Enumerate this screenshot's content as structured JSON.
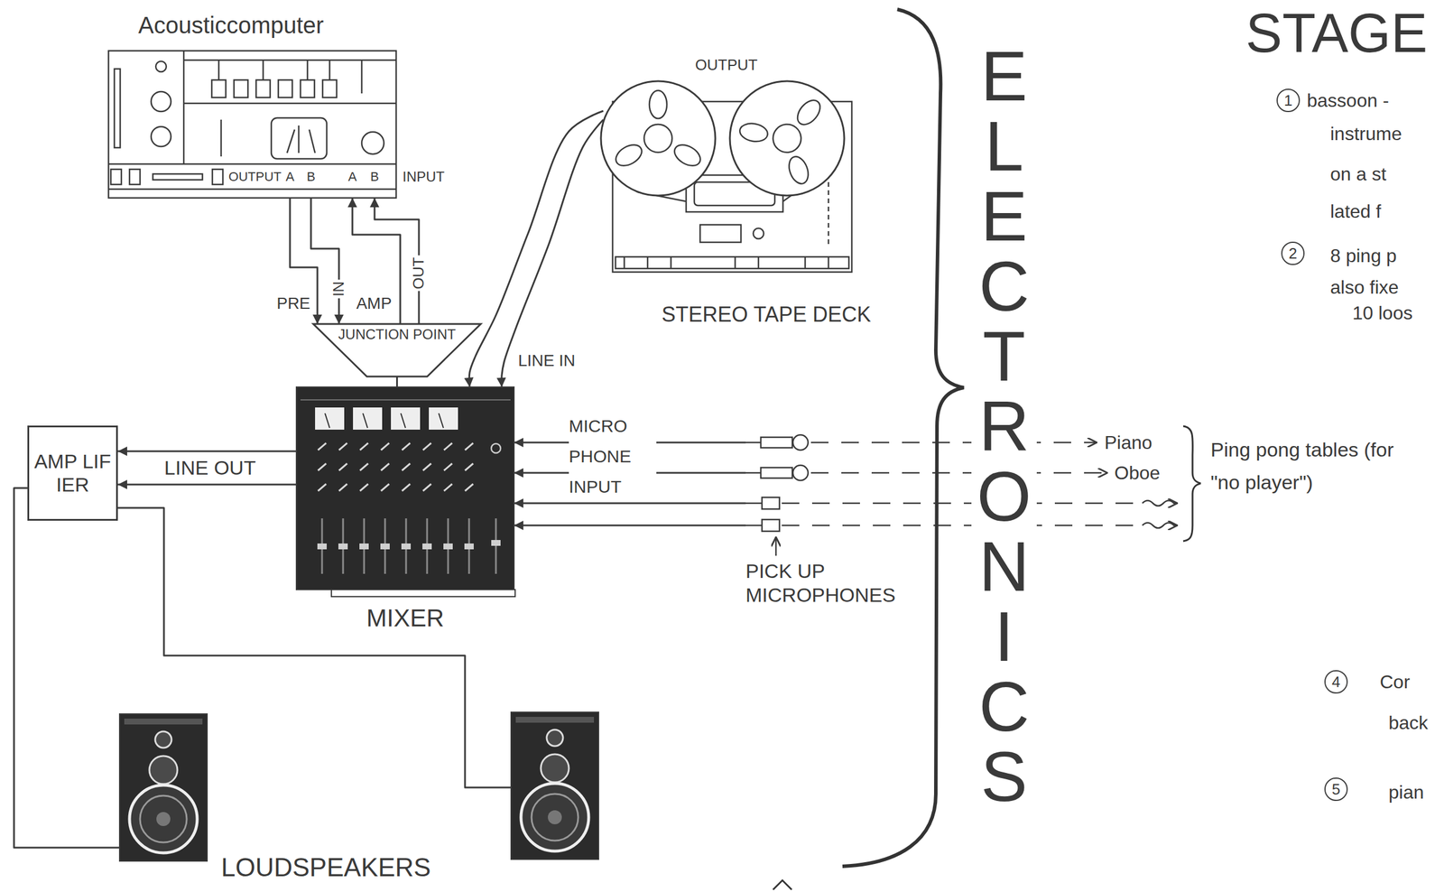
{
  "diagram": {
    "nodes": [
      {
        "text": [
          "Acousticcomputer"
        ]
      },
      {
        "text": [
          "STEREO TAPE DECK"
        ]
      },
      {
        "text": [
          "JUNCTION POINT"
        ]
      },
      {
        "text": [
          "MIXER"
        ]
      },
      {
        "text": [
          "AMP LIF IER"
        ]
      },
      {
        "text": [
          "LOUDSPEAKERS"
        ]
      },
      {
        "text": [
          "PICK UP MICROPHONES"
        ]
      }
    ],
    "edges": [
      {
        "from": 0,
        "to": 2,
        "arrow": "to"
      },
      {
        "from": 0,
        "to": 2,
        "label": "IN",
        "arrow": "to"
      },
      {
        "from": 2,
        "to": 0,
        "arrow": "to"
      },
      {
        "from": 2,
        "to": 0,
        "label": "OUT",
        "arrow": "to"
      },
      {
        "from": 2,
        "to": 3,
        "arrow": "none"
      },
      {
        "from": 1,
        "to": 3,
        "arrow": "to"
      },
      {
        "from": 1,
        "to": 3,
        "arrow": "to"
      },
      {
        "from": 3,
        "to": 4,
        "arrow": "to"
      },
      {
        "from": 3,
        "to": 4,
        "label": "LINE OUT",
        "arrow": "to"
      },
      {
        "from": 4,
        "to": 5,
        "arrow": "none"
      },
      {
        "from": 4,
        "to": 5,
        "arrow": "none"
      },
      {
        "from": 6,
        "to": 3,
        "arrow": "to"
      },
      {
        "from": 6,
        "to": 3,
        "arrow": "to"
      },
      {
        "from": 6,
        "to": 3,
        "arrow": "to"
      },
      {
        "from": 6,
        "to": 3,
        "arrow": "to"
      }
    ],
    "labels": [
      "PRE",
      "AMP",
      "OUTPUT",
      "A",
      "B",
      "A",
      "B",
      "INPUT",
      "OUTPUT",
      "LINE IN",
      "MICRO PHONE INPUT",
      "Piano",
      "Oboe",
      "Ping pong tables (for \"no player\")",
      "ELECTRONICS",
      "STAGE",
      "1",
      "bassoon -",
      "instrume",
      "on a st",
      "lated f",
      "2",
      "8 ping p",
      "also fixe",
      "10 loos",
      "4",
      "Cor",
      "back",
      "5",
      "pian"
    ]
  }
}
